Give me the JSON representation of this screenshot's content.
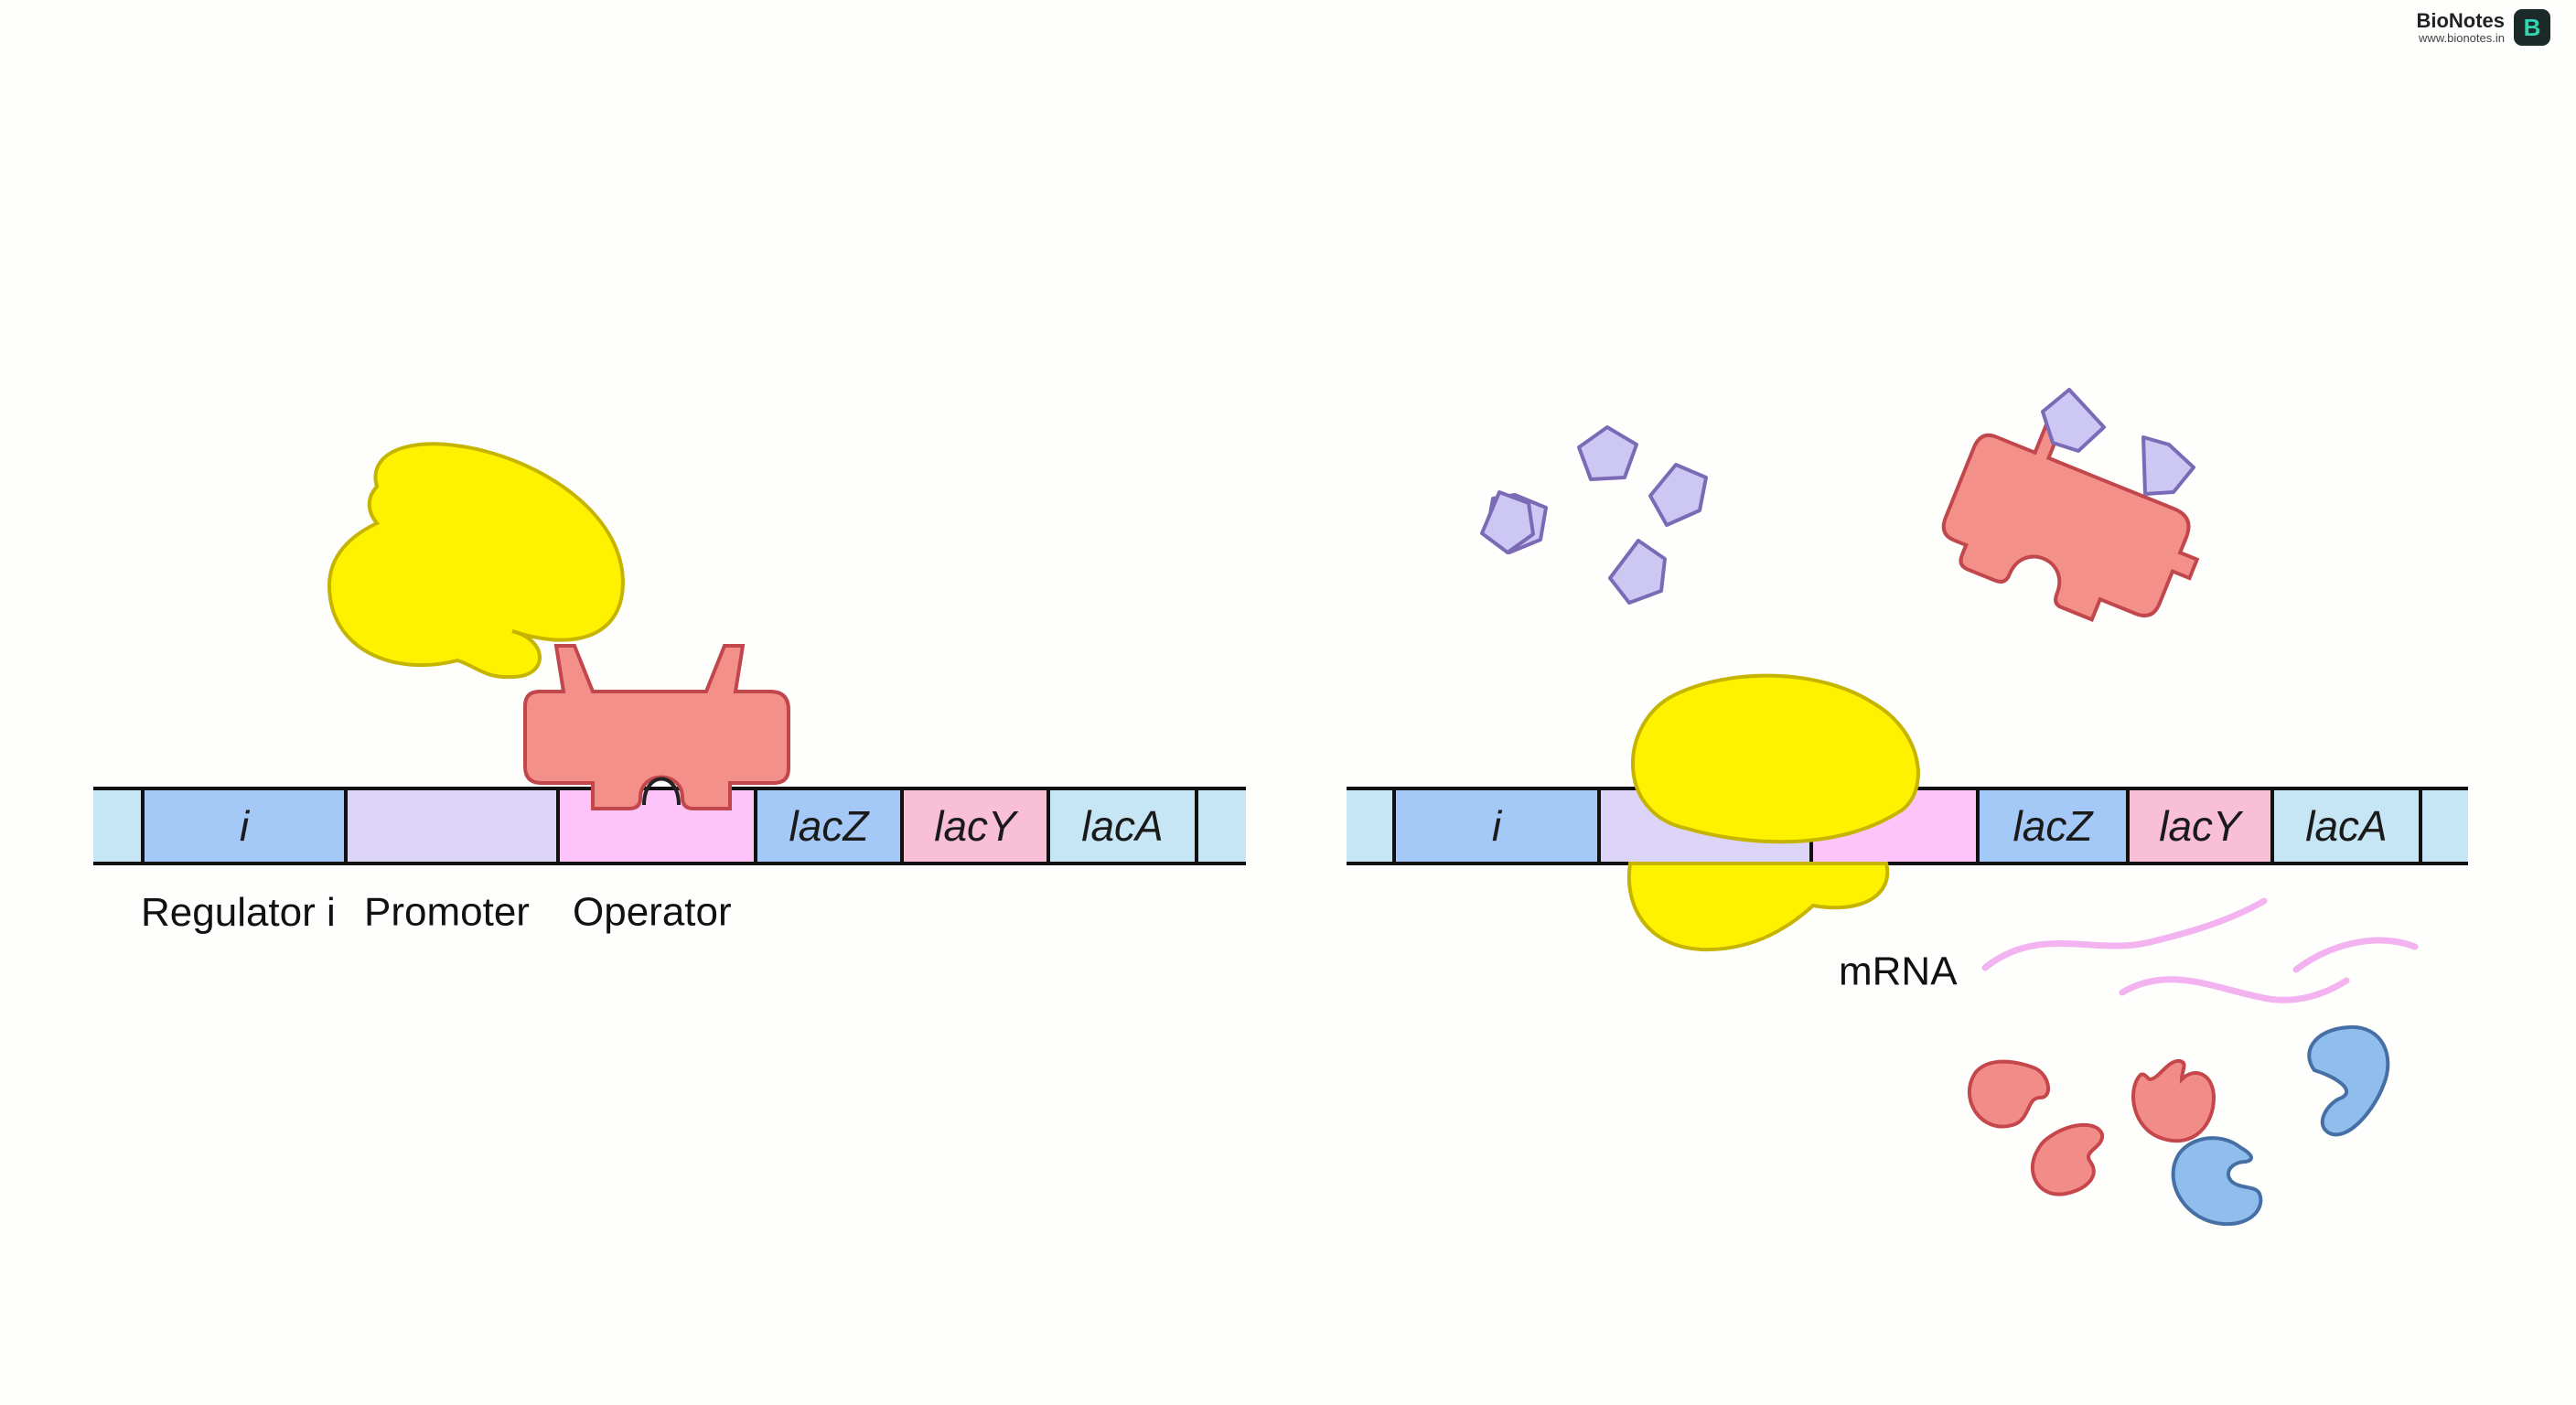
{
  "brand": {
    "name": "BioNotes",
    "url": "www.bionotes.in",
    "logo_letter": "B"
  },
  "left_panel": {
    "segments": {
      "i": "i",
      "lacZ": "lacZ",
      "lacY": "lacY",
      "lacA": "lacA"
    },
    "labels": {
      "regulator": "Regulator i",
      "promoter": "Promoter",
      "operator": "Operator"
    }
  },
  "right_panel": {
    "segments": {
      "i": "i",
      "lacZ": "lacZ",
      "lacY": "lacY",
      "lacA": "lacA"
    },
    "labels": {
      "mrna": "mRNA"
    }
  },
  "colors": {
    "regulator": "#a4c9f6",
    "promoter": "#ddd5f8",
    "operator": "#fcc4f8",
    "lacZ": "#a4c9f6",
    "lacY": "#f8bfd6",
    "lacA": "#c6e6f5",
    "flank": "#c6e6f5",
    "rna_polymerase": "#fff200",
    "repressor": "#f4908a",
    "inducer": "#cdc7f4",
    "mrna": "#f2b3f0",
    "enzyme_red": "#f28c89",
    "enzyme_blue": "#8fbdec"
  }
}
